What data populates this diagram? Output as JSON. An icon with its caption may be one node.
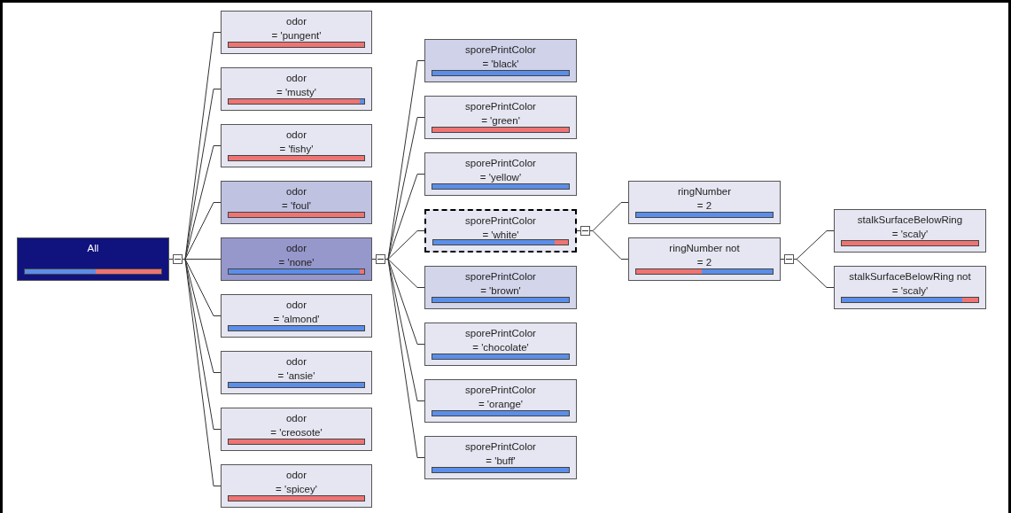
{
  "diagram": {
    "nodes": [
      {
        "text": [
          "All"
        ]
      },
      {
        "text": [
          "odor",
          "= 'pungent'"
        ]
      },
      {
        "text": [
          "odor",
          "= 'musty'"
        ]
      },
      {
        "text": [
          "odor",
          "= 'fishy'"
        ]
      },
      {
        "text": [
          "odor",
          "= 'foul'"
        ]
      },
      {
        "text": [
          "odor",
          "= 'none'"
        ]
      },
      {
        "text": [
          "odor",
          "= 'almond'"
        ]
      },
      {
        "text": [
          "odor",
          "= 'ansie'"
        ]
      },
      {
        "text": [
          "odor",
          "= 'creosote'"
        ]
      },
      {
        "text": [
          "odor",
          "= 'spicey'"
        ]
      },
      {
        "text": [
          "sporePrintColor",
          "= 'black'"
        ]
      },
      {
        "text": [
          "sporePrintColor",
          "= 'green'"
        ]
      },
      {
        "text": [
          "sporePrintColor",
          "= 'yellow'"
        ]
      },
      {
        "text": [
          "sporePrintColor",
          "= 'white'"
        ]
      },
      {
        "text": [
          "sporePrintColor",
          "= 'brown'"
        ]
      },
      {
        "text": [
          "sporePrintColor",
          "= 'chocolate'"
        ]
      },
      {
        "text": [
          "sporePrintColor",
          "= 'orange'"
        ]
      },
      {
        "text": [
          "sporePrintColor",
          "= 'buff'"
        ]
      },
      {
        "text": [
          "ringNumber",
          "= 2"
        ]
      },
      {
        "text": [
          "ringNumber not",
          "= 2"
        ]
      },
      {
        "text": [
          "stalkSurfaceBelowRing",
          "= 'scaly'"
        ]
      },
      {
        "text": [
          "stalkSurfaceBelowRing not",
          "= 'scaly'"
        ]
      }
    ],
    "edges": [
      {
        "from": 0,
        "to": 1,
        "arrow": "none"
      },
      {
        "from": 0,
        "to": 2,
        "arrow": "none"
      },
      {
        "from": 0,
        "to": 3,
        "arrow": "none"
      },
      {
        "from": 0,
        "to": 4,
        "arrow": "none"
      },
      {
        "from": 0,
        "to": 5,
        "arrow": "none"
      },
      {
        "from": 0,
        "to": 6,
        "arrow": "none"
      },
      {
        "from": 0,
        "to": 7,
        "arrow": "none"
      },
      {
        "from": 0,
        "to": 8,
        "arrow": "none"
      },
      {
        "from": 0,
        "to": 9,
        "arrow": "none"
      },
      {
        "from": 5,
        "to": 10,
        "arrow": "none"
      },
      {
        "from": 5,
        "to": 11,
        "arrow": "none"
      },
      {
        "from": 5,
        "to": 12,
        "arrow": "none"
      },
      {
        "from": 5,
        "to": 13,
        "arrow": "none"
      },
      {
        "from": 5,
        "to": 14,
        "arrow": "none"
      },
      {
        "from": 5,
        "to": 15,
        "arrow": "none"
      },
      {
        "from": 5,
        "to": 16,
        "arrow": "none"
      },
      {
        "from": 5,
        "to": 17,
        "arrow": "none"
      },
      {
        "from": 13,
        "to": 18,
        "arrow": "none"
      },
      {
        "from": 13,
        "to": 19,
        "arrow": "none"
      },
      {
        "from": 19,
        "to": 20,
        "arrow": "none"
      },
      {
        "from": 19,
        "to": 21,
        "arrow": "none"
      }
    ]
  }
}
